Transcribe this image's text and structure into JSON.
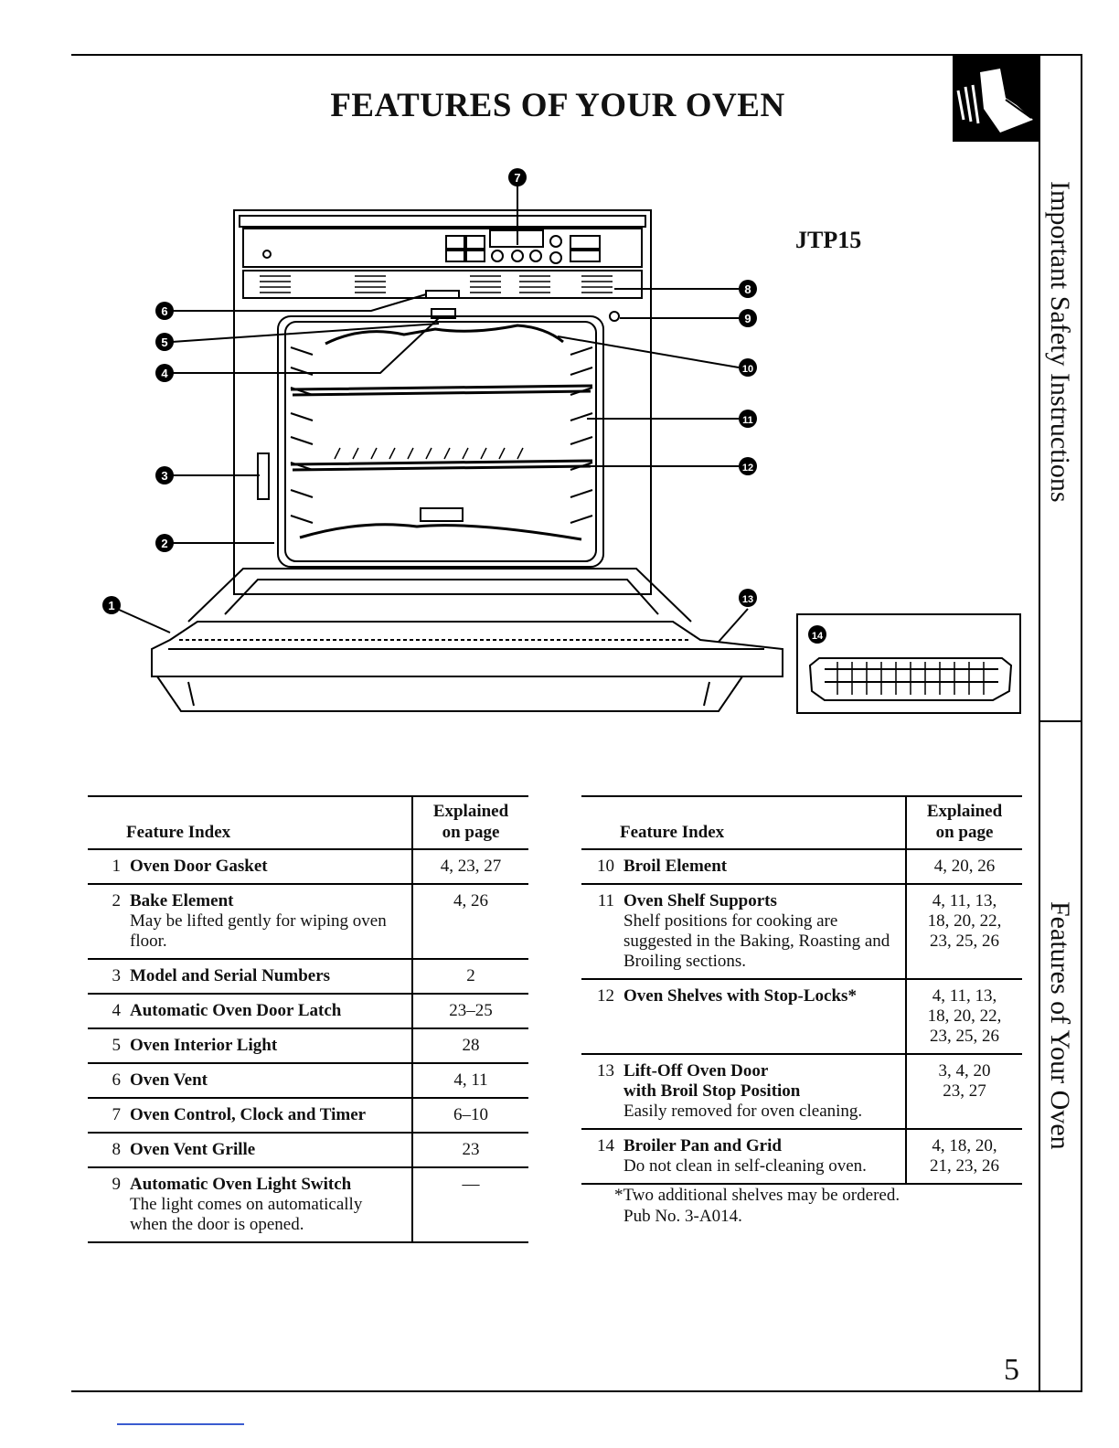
{
  "title": "FEATURES OF YOUR OVEN",
  "model": "JTP15",
  "side_tabs": [
    "Important Safety Instructions",
    "Features of Your Oven"
  ],
  "page_number": "5",
  "callouts": [
    "1",
    "2",
    "3",
    "4",
    "5",
    "6",
    "7",
    "8",
    "9",
    "10",
    "11",
    "12",
    "13",
    "14"
  ],
  "table_headers": {
    "feature": "Feature Index",
    "explained_1": "Explained",
    "explained_2": "on page"
  },
  "left_table": [
    {
      "num": "1",
      "name": "Oven Door Gasket",
      "desc": "",
      "pages": [
        "4, 23, 27"
      ]
    },
    {
      "num": "2",
      "name": "Bake Element",
      "desc": "May be lifted gently for wiping oven floor.",
      "pages": [
        "4, 26"
      ]
    },
    {
      "num": "3",
      "name": "Model and Serial Numbers",
      "desc": "",
      "pages": [
        "2"
      ]
    },
    {
      "num": "4",
      "name": "Automatic Oven Door Latch",
      "desc": "",
      "pages": [
        "23–25"
      ]
    },
    {
      "num": "5",
      "name": "Oven Interior Light",
      "desc": "",
      "pages": [
        "28"
      ]
    },
    {
      "num": "6",
      "name": "Oven Vent",
      "desc": "",
      "pages": [
        "4, 11"
      ]
    },
    {
      "num": "7",
      "name": "Oven Control, Clock and Timer",
      "desc": "",
      "pages": [
        "6–10"
      ]
    },
    {
      "num": "8",
      "name": "Oven Vent Grille",
      "desc": "",
      "pages": [
        "23"
      ]
    },
    {
      "num": "9",
      "name": "Automatic Oven Light Switch",
      "desc": "The light comes on automatically when the door is opened.",
      "pages": [
        "—"
      ]
    }
  ],
  "right_table": [
    {
      "num": "10",
      "name": "Broil Element",
      "name2": "",
      "desc": "",
      "pages": [
        "4, 20, 26"
      ]
    },
    {
      "num": "11",
      "name": "Oven Shelf Supports",
      "name2": "",
      "desc": "Shelf positions for cooking are suggested in the Baking, Roasting and Broiling sections.",
      "pages": [
        "4, 11, 13,",
        "18, 20, 22,",
        "23, 25, 26"
      ]
    },
    {
      "num": "12",
      "name": "Oven Shelves with Stop-Locks*",
      "name2": "",
      "desc": "",
      "pages": [
        "4, 11, 13,",
        "18, 20, 22,",
        "23, 25, 26"
      ]
    },
    {
      "num": "13",
      "name": "Lift-Off Oven Door",
      "name2": "with Broil Stop Position",
      "desc": "Easily removed for oven cleaning.",
      "pages": [
        "3, 4, 20",
        "23, 27"
      ]
    },
    {
      "num": "14",
      "name": "Broiler Pan and Grid",
      "name2": "",
      "desc": "Do not clean in self-cleaning oven.",
      "pages": [
        "4, 18, 20,",
        "21, 23, 26"
      ]
    }
  ],
  "footnote": [
    "*Two additional shelves may be ordered.",
    "Pub No. 3-A014."
  ]
}
